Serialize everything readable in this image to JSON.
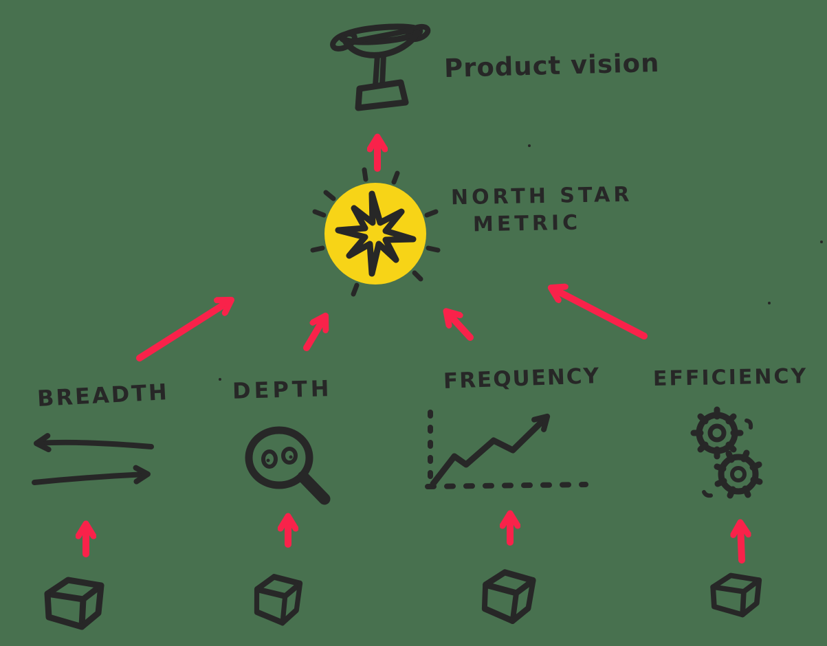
{
  "meta": {
    "title": "North Star Metric hand-drawn diagram"
  },
  "colors": {
    "background": "#48714F",
    "ink": "#272727",
    "accent_red": "#F9224A",
    "star_yellow": "#F7D417"
  },
  "vision": {
    "label": "Product vision",
    "icon": "trophy-icon"
  },
  "north_star": {
    "line1": "NORTH STAR",
    "line2": "METRIC",
    "icon": "north-star-burst-icon"
  },
  "drivers": [
    {
      "id": "breadth",
      "label": "BREADTH",
      "icon": "breadth-arrows-icon"
    },
    {
      "id": "depth",
      "label": "DEPTH",
      "icon": "magnifier-icon"
    },
    {
      "id": "frequency",
      "label": "FREQUENCY",
      "icon": "trend-chart-icon"
    },
    {
      "id": "efficiency",
      "label": "EFFICIENCY",
      "icon": "gears-icon"
    }
  ],
  "sources": {
    "icon": "cube-icon",
    "count": 4
  },
  "arrows": {
    "color": "#F9224A",
    "up_to_vision": 1,
    "drivers_to_star": 4,
    "sources_to_drivers": 4
  }
}
